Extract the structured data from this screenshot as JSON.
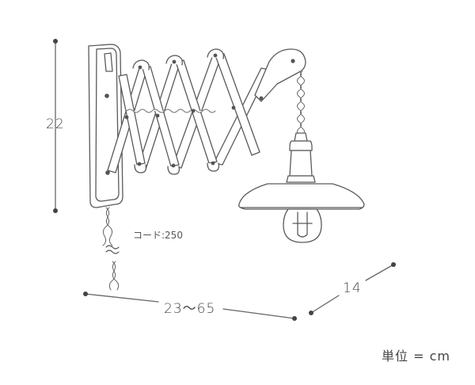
{
  "dimensions": {
    "height": "22",
    "width_range": "23～65",
    "depth": "14"
  },
  "cord_label": "コード:250",
  "unit_label": "単位 = cm",
  "colors": {
    "line": "#555555",
    "dim_line": "#666666",
    "background": "#ffffff"
  }
}
